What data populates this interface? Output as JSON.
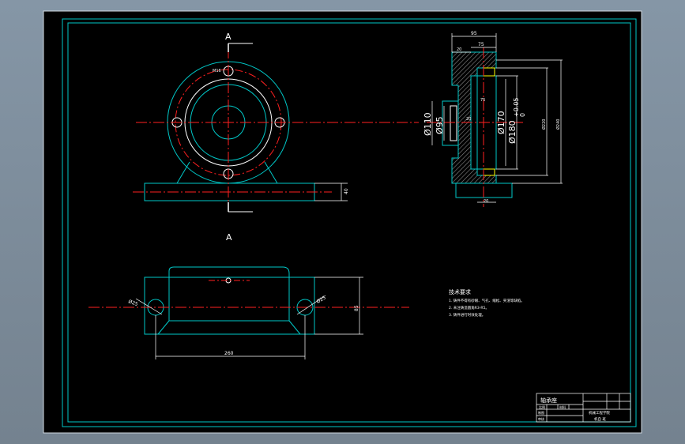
{
  "colors": {
    "background": "#000000",
    "frame": "#00c8c8",
    "centerline": "#ff2020",
    "dimension": "#ffffff",
    "hidden": "#ffff00",
    "hatch": "#909090"
  },
  "views": {
    "front": {
      "section_mark_top": "A",
      "section_mark_bottom": "A",
      "hole_callout": "M16",
      "base_height": "40"
    },
    "side": {
      "top_width": "95",
      "inner_width": "75",
      "left_step": "20",
      "bore_depth": "75",
      "flange_thickness": "20",
      "base_width": "20",
      "dia_110": "Ø110",
      "dia_95": "Ø95",
      "dia_170": "Ø170",
      "dia_180": "Ø180",
      "tolerance_plus": "+0.05",
      "tolerance_zero": "0",
      "dia_220": "Ø220",
      "dia_240": "Ø240"
    },
    "plan": {
      "hole_left": "Ø25",
      "hole_right": "Ø25",
      "length": "260",
      "height": "85"
    }
  },
  "notes": {
    "title": "技术要求",
    "items": [
      "1. 铸件不得有砂眼、气孔、缩松、夹渣等缺陷。",
      "2. 未注铸造圆角R3-R5。",
      "3. 铸件进行时效处理。"
    ]
  },
  "title_block": {
    "part_name": "轴承座",
    "scale_label": "比例",
    "material_label": "材料",
    "drawn_label": "制图",
    "checked_label": "审核",
    "school": "机械工程学院",
    "class": "机自 班"
  }
}
